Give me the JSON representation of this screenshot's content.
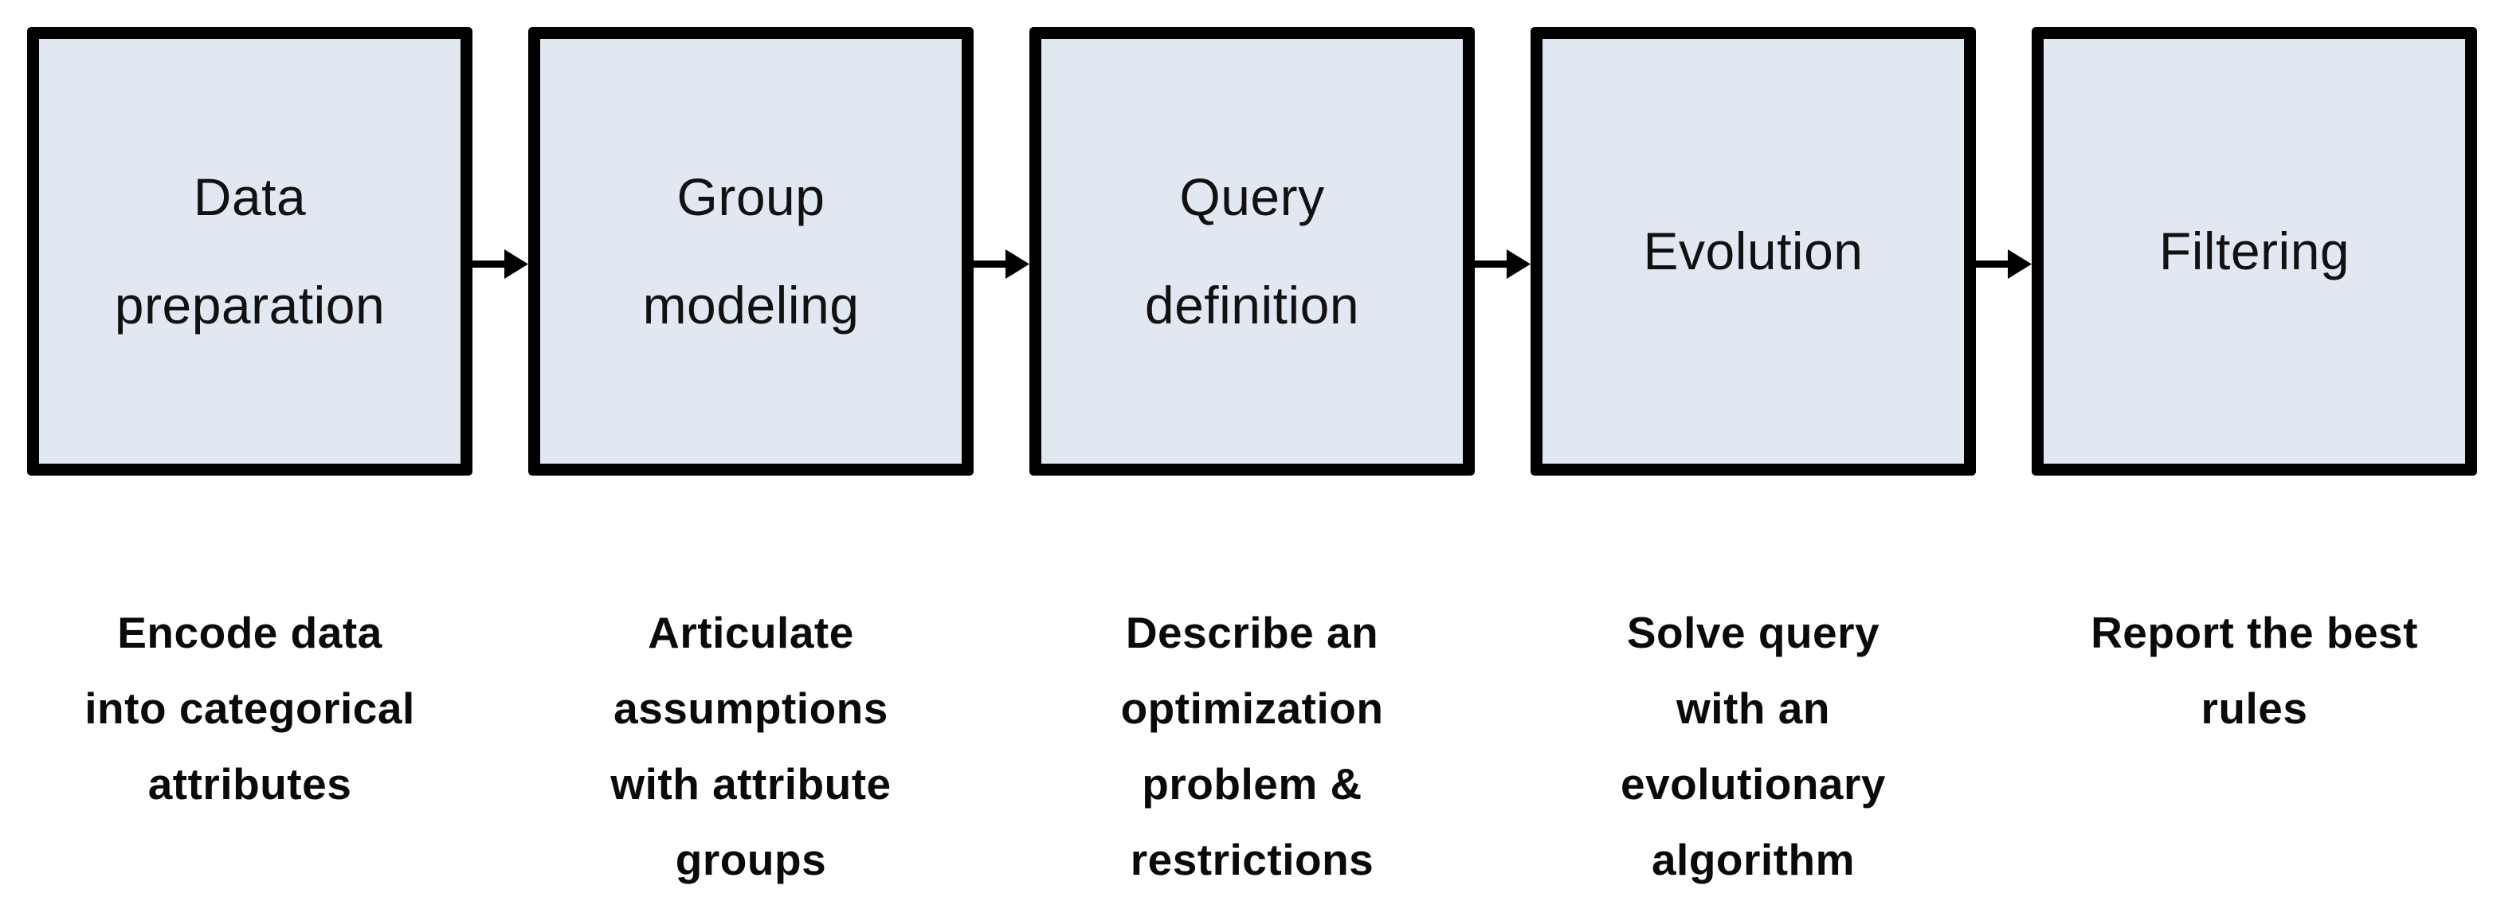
{
  "diagram": {
    "type": "horizontal-process-flow",
    "step_count": 5,
    "colors": {
      "box_fill": "#e1e8f2",
      "box_border": "#000000",
      "arrow": "#000000",
      "text": "#111111",
      "background": "#ffffff"
    },
    "steps": [
      {
        "label": "Data\npreparation",
        "caption": "Encode data\ninto categorical\nattributes"
      },
      {
        "label": "Group\nmodeling",
        "caption": "Articulate\nassumptions\nwith attribute\ngroups"
      },
      {
        "label": "Query\ndefinition",
        "caption": "Describe an\noptimization\nproblem &\nrestrictions"
      },
      {
        "label": "Evolution",
        "caption": "Solve query\nwith an\nevolutionary\nalgorithm"
      },
      {
        "label": "Filtering",
        "caption": "Report the best\nrules"
      }
    ]
  }
}
